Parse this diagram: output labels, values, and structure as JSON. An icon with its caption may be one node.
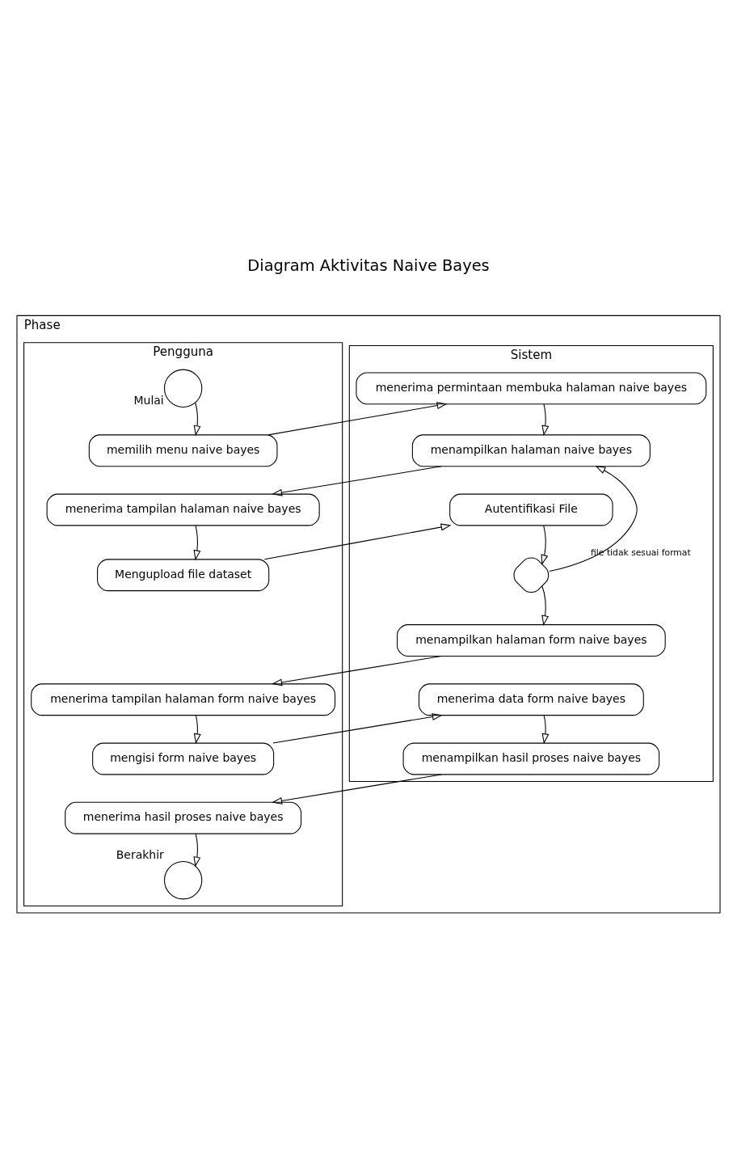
{
  "diagram": {
    "title": "Diagram Aktivitas Naive Bayes",
    "nodes": [
      {
        "text": [
          "Phase"
        ]
      },
      {
        "text": [
          "Pengguna"
        ],
        "in": 0
      },
      {
        "text": [
          "Sistem"
        ],
        "in": 0
      },
      {
        "text": [],
        "shape": "circle",
        "in": 1,
        "beside": [
          "Mulai"
        ]
      },
      {
        "text": [
          "memilih menu naive bayes"
        ],
        "in": 1
      },
      {
        "text": [
          "menerima permintaan membuka halaman naive bayes"
        ],
        "in": 2
      },
      {
        "text": [
          "menampilkan halaman naive bayes"
        ],
        "in": 2
      },
      {
        "text": [
          "menerima tampilan halaman naive bayes"
        ],
        "in": 1
      },
      {
        "text": [
          "Mengupload file dataset"
        ],
        "in": 1
      },
      {
        "text": [
          "Autentifikasi File"
        ],
        "in": 2
      },
      {
        "text": [],
        "shape": "diamond",
        "in": 2
      },
      {
        "text": [
          "menampilkan halaman form naive bayes"
        ],
        "in": 2
      },
      {
        "text": [
          "menerima tampilan halaman form naive bayes"
        ],
        "in": 1
      },
      {
        "text": [
          "mengisi form naive bayes"
        ],
        "in": 1
      },
      {
        "text": [
          "menerima data form naive bayes"
        ],
        "in": 2
      },
      {
        "text": [
          "menampilkan hasil proses naive bayes"
        ],
        "in": 2
      },
      {
        "text": [
          "menerima hasil proses naive bayes"
        ],
        "in": 1
      },
      {
        "text": [],
        "shape": "circle",
        "in": 1,
        "beside": [
          "Berakhir"
        ]
      }
    ],
    "edges": [
      {
        "from": 3,
        "to": 4,
        "arrow": "to"
      },
      {
        "from": 4,
        "to": 5,
        "arrow": "to"
      },
      {
        "from": 5,
        "to": 6,
        "arrow": "to"
      },
      {
        "from": 6,
        "to": 7,
        "arrow": "to"
      },
      {
        "from": 7,
        "to": 8,
        "arrow": "to"
      },
      {
        "from": 8,
        "to": 9,
        "arrow": "to"
      },
      {
        "from": 9,
        "to": 10,
        "arrow": "to"
      },
      {
        "from": 10,
        "to": 6,
        "arrow": "to",
        "label": "file tidak sesuai format"
      },
      {
        "from": 10,
        "to": 11,
        "arrow": "to"
      },
      {
        "from": 11,
        "to": 12,
        "arrow": "to"
      },
      {
        "from": 12,
        "to": 13,
        "arrow": "to"
      },
      {
        "from": 13,
        "to": 14,
        "arrow": "to"
      },
      {
        "from": 14,
        "to": 15,
        "arrow": "to"
      },
      {
        "from": 15,
        "to": 16,
        "arrow": "to"
      },
      {
        "from": 16,
        "to": 17,
        "arrow": "to"
      }
    ]
  }
}
